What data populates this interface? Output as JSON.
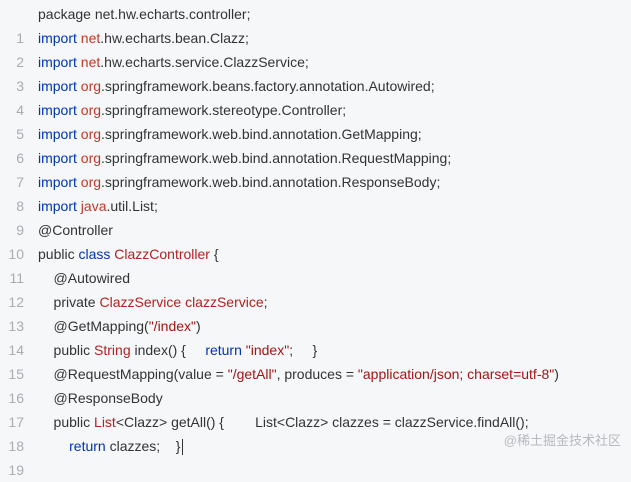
{
  "lines": [
    {
      "num": "",
      "tokens": [
        {
          "t": "package net.hw.echarts.controller;",
          "c": "plain"
        }
      ]
    },
    {
      "num": "1",
      "tokens": [
        {
          "t": "import ",
          "c": "kw"
        },
        {
          "t": "net",
          "c": "red"
        },
        {
          "t": ".hw.echarts.bean.Clazz;",
          "c": "plain"
        }
      ]
    },
    {
      "num": "2",
      "tokens": [
        {
          "t": "import ",
          "c": "kw"
        },
        {
          "t": "net",
          "c": "red"
        },
        {
          "t": ".hw.echarts.service.ClazzService;",
          "c": "plain"
        }
      ]
    },
    {
      "num": "3",
      "tokens": [
        {
          "t": "import ",
          "c": "kw"
        },
        {
          "t": "org",
          "c": "red"
        },
        {
          "t": ".springframework.beans.factory.annotation.Autowired;",
          "c": "plain"
        }
      ]
    },
    {
      "num": "4",
      "tokens": [
        {
          "t": "import ",
          "c": "kw"
        },
        {
          "t": "org",
          "c": "red"
        },
        {
          "t": ".springframework.stereotype.Controller;",
          "c": "plain"
        }
      ]
    },
    {
      "num": "5",
      "tokens": [
        {
          "t": "import ",
          "c": "kw"
        },
        {
          "t": "org",
          "c": "red"
        },
        {
          "t": ".springframework.web.bind.annotation.GetMapping;",
          "c": "plain"
        }
      ]
    },
    {
      "num": "6",
      "tokens": [
        {
          "t": "import ",
          "c": "kw"
        },
        {
          "t": "org",
          "c": "red"
        },
        {
          "t": ".springframework.web.bind.annotation.RequestMapping;",
          "c": "plain"
        }
      ]
    },
    {
      "num": "7",
      "tokens": [
        {
          "t": "import ",
          "c": "kw"
        },
        {
          "t": "org",
          "c": "red"
        },
        {
          "t": ".springframework.web.bind.annotation.ResponseBody;",
          "c": "plain"
        }
      ]
    },
    {
      "num": "8",
      "tokens": [
        {
          "t": "import ",
          "c": "kw"
        },
        {
          "t": "java",
          "c": "red"
        },
        {
          "t": ".util.List;",
          "c": "plain"
        }
      ]
    },
    {
      "num": "9",
      "tokens": [
        {
          "t": "@Controller",
          "c": "ann"
        }
      ]
    },
    {
      "num": "10",
      "tokens": [
        {
          "t": "public ",
          "c": "plain"
        },
        {
          "t": "class ",
          "c": "kw"
        },
        {
          "t": "ClazzController",
          "c": "type"
        },
        {
          "t": " {",
          "c": "plain"
        }
      ]
    },
    {
      "num": "11",
      "tokens": [
        {
          "t": "    @Autowired",
          "c": "ann"
        }
      ]
    },
    {
      "num": "12",
      "tokens": [
        {
          "t": "    private ",
          "c": "plain"
        },
        {
          "t": "ClazzService",
          "c": "type"
        },
        {
          "t": " ",
          "c": "plain"
        },
        {
          "t": "clazzService",
          "c": "type"
        },
        {
          "t": ";",
          "c": "plain"
        }
      ]
    },
    {
      "num": "13",
      "tokens": [
        {
          "t": "    @GetMapping(",
          "c": "ann"
        },
        {
          "t": "\"/index\"",
          "c": "str"
        },
        {
          "t": ")",
          "c": "plain"
        }
      ]
    },
    {
      "num": "14",
      "tokens": [
        {
          "t": "    public ",
          "c": "plain"
        },
        {
          "t": "String",
          "c": "type"
        },
        {
          "t": " index() {     ",
          "c": "plain"
        },
        {
          "t": "return ",
          "c": "kw"
        },
        {
          "t": "\"index\"",
          "c": "str"
        },
        {
          "t": ";     }",
          "c": "plain"
        }
      ]
    },
    {
      "num": "15",
      "tokens": [
        {
          "t": "    @RequestMapping(value = ",
          "c": "ann"
        },
        {
          "t": "\"/getAll\"",
          "c": "str"
        },
        {
          "t": ", produces = ",
          "c": "plain"
        },
        {
          "t": "\"application/json; charset=utf-8\"",
          "c": "str"
        },
        {
          "t": ")",
          "c": "plain"
        }
      ]
    },
    {
      "num": "16",
      "tokens": [
        {
          "t": "    @ResponseBody",
          "c": "ann"
        }
      ]
    },
    {
      "num": "17",
      "tokens": [
        {
          "t": "    public ",
          "c": "plain"
        },
        {
          "t": "List",
          "c": "type"
        },
        {
          "t": "<Clazz> getAll() {        List<Clazz> clazzes = clazzService.findAll();",
          "c": "plain"
        }
      ]
    },
    {
      "num": "18",
      "tokens": [
        {
          "t": "        ",
          "c": "plain"
        },
        {
          "t": "return ",
          "c": "kw"
        },
        {
          "t": "clazzes;    }",
          "c": "plain"
        }
      ]
    },
    {
      "num": "19",
      "tokens": [
        {
          "t": "",
          "c": "plain"
        }
      ]
    }
  ],
  "watermark": "@稀土掘金技术社区",
  "colors": {
    "keyword": "#0033b3",
    "package_root": "#c0392b",
    "type": "#b22222",
    "string": "#a31515",
    "text": "#333333",
    "line_number": "#a8acb3",
    "background": "#f6f7f9"
  }
}
